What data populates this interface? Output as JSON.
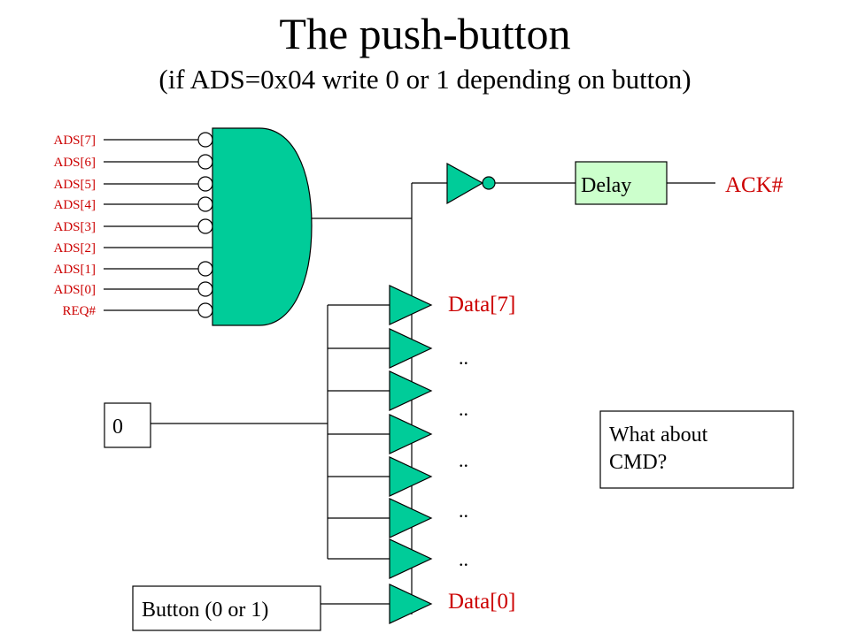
{
  "title": "The push-button",
  "subtitle": "(if ADS=0x04 write 0 or 1 depending on button)",
  "and_gate": {
    "inputs": [
      "ADS[7]",
      "ADS[6]",
      "ADS[5]",
      "ADS[4]",
      "ADS[3]",
      "ADS[2]",
      "ADS[1]",
      "ADS[0]",
      "REQ#"
    ],
    "inverted": [
      true,
      true,
      true,
      true,
      true,
      false,
      true,
      true,
      true
    ]
  },
  "delay_label": "Delay",
  "ack_label": "ACK#",
  "data_top_label": "Data[7]",
  "data_bottom_label": "Data[0]",
  "dots": [
    "..",
    "..",
    "..",
    "..",
    ".."
  ],
  "zero_label": "0",
  "button_label": "Button (0 or 1)",
  "note": "What about\nCMD?",
  "colors": {
    "gate_fill": "#00cc99",
    "label_red": "#cc0000",
    "delay_fill": "#ccffcc"
  }
}
